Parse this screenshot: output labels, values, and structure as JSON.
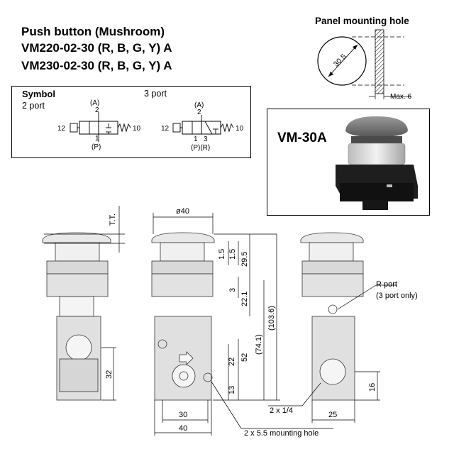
{
  "titles": {
    "line1": "Push button (Mushroom)",
    "line2": "VM220-02-30 (R, B, G, Y) A",
    "line3": "VM230-02-30 (R, B, G, Y) A"
  },
  "panel_hole": {
    "label": "Panel mounting hole",
    "diameter": "30.5",
    "max_label": "Max. 6"
  },
  "symbol": {
    "heading": "Symbol",
    "two_port": "2 port",
    "three_port": "3 port",
    "port_A": "(A)",
    "port_2": "2",
    "port_1": "1",
    "port_3": "3",
    "port_P": "(P)",
    "port_PR": "(P)(R)",
    "port_12": "12",
    "port_10": "10"
  },
  "photo": {
    "model": "VM-30A"
  },
  "dims": {
    "tt": "T.T.",
    "d40": "ø40",
    "d15a": "1.5",
    "d15b": "1.5",
    "d295": "29.5",
    "d3": "3",
    "d221": "22.1",
    "d1036": "(103.6)",
    "d741": "(74.1)",
    "d52": "52",
    "d22": "22",
    "d13": "13",
    "d32": "32",
    "d30": "30",
    "d40b": "40",
    "d25": "25",
    "d16": "16",
    "r_port": "R port",
    "r_port_note": "(3 port only)",
    "port_size": "2 x 1/4",
    "mount_hole": "2 x 5.5 mounting hole"
  }
}
